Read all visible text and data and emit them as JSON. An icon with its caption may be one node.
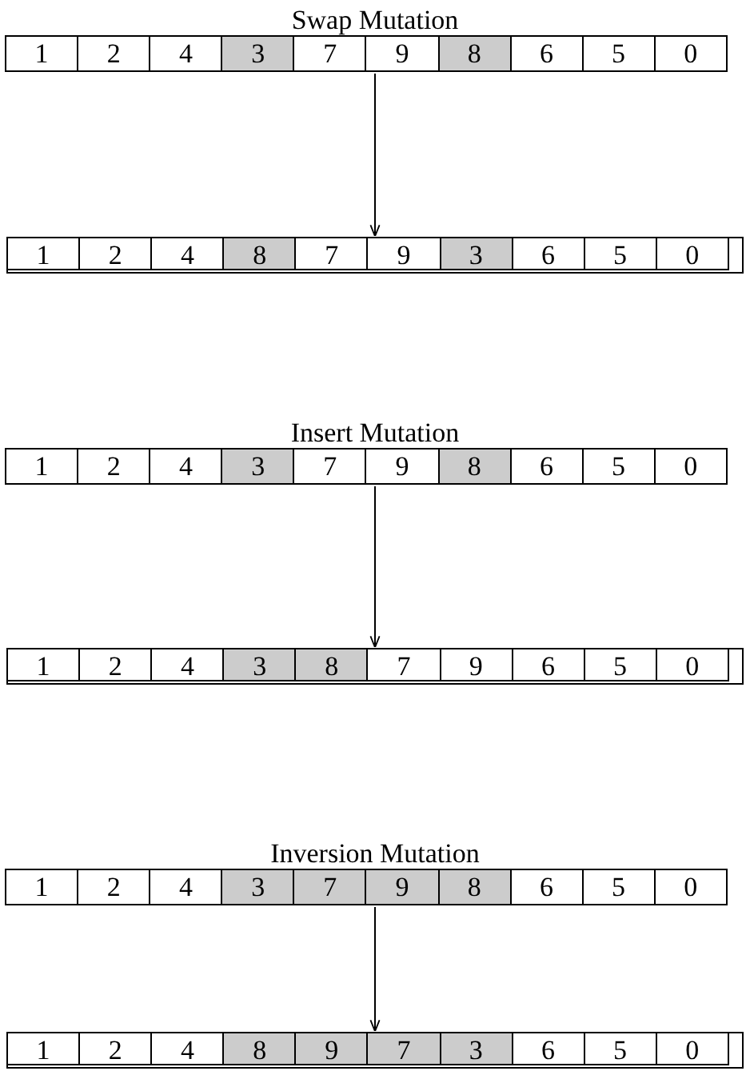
{
  "diagram": {
    "nodes": [
      {
        "text": [
          "Swap Mutation"
        ]
      },
      {
        "text": [
          "1"
        ],
        "in": 0
      },
      {
        "text": [
          "2"
        ],
        "in": 0
      },
      {
        "text": [
          "4"
        ],
        "in": 0
      },
      {
        "text": [
          "3"
        ],
        "in": 0
      },
      {
        "text": [
          "7"
        ],
        "in": 0
      },
      {
        "text": [
          "9"
        ],
        "in": 0
      },
      {
        "text": [
          "8"
        ],
        "in": 0
      },
      {
        "text": [
          "6"
        ],
        "in": 0
      },
      {
        "text": [
          "5"
        ],
        "in": 0
      },
      {
        "text": [
          "0"
        ],
        "in": 0
      },
      {
        "text": [],
        "shape": "box"
      },
      {
        "text": [
          "1"
        ],
        "in": 11
      },
      {
        "text": [
          "2"
        ],
        "in": 11
      },
      {
        "text": [
          "4"
        ],
        "in": 11
      },
      {
        "text": [
          "8"
        ],
        "in": 11
      },
      {
        "text": [
          "7"
        ],
        "in": 11
      },
      {
        "text": [
          "9"
        ],
        "in": 11
      },
      {
        "text": [
          "3"
        ],
        "in": 11
      },
      {
        "text": [
          "6"
        ],
        "in": 11
      },
      {
        "text": [
          "5"
        ],
        "in": 11
      },
      {
        "text": [
          "0"
        ],
        "in": 11
      },
      {
        "text": [
          "Insert Mutation"
        ]
      },
      {
        "text": [
          "1"
        ],
        "in": 22
      },
      {
        "text": [
          "2"
        ],
        "in": 22
      },
      {
        "text": [
          "4"
        ],
        "in": 22
      },
      {
        "text": [
          "3"
        ],
        "in": 22
      },
      {
        "text": [
          "7"
        ],
        "in": 22
      },
      {
        "text": [
          "9"
        ],
        "in": 22
      },
      {
        "text": [
          "8"
        ],
        "in": 22
      },
      {
        "text": [
          "6"
        ],
        "in": 22
      },
      {
        "text": [
          "5"
        ],
        "in": 22
      },
      {
        "text": [
          "0"
        ],
        "in": 22
      },
      {
        "text": [],
        "shape": "box"
      },
      {
        "text": [
          "1"
        ],
        "in": 33
      },
      {
        "text": [
          "2"
        ],
        "in": 33
      },
      {
        "text": [
          "4"
        ],
        "in": 33
      },
      {
        "text": [
          "3"
        ],
        "in": 33
      },
      {
        "text": [
          "8"
        ],
        "in": 33
      },
      {
        "text": [
          "7"
        ],
        "in": 33
      },
      {
        "text": [
          "9"
        ],
        "in": 33
      },
      {
        "text": [
          "6"
        ],
        "in": 33
      },
      {
        "text": [
          "5"
        ],
        "in": 33
      },
      {
        "text": [
          "0"
        ],
        "in": 33
      },
      {
        "text": [
          "Inversion Mutation"
        ]
      },
      {
        "text": [
          "1"
        ],
        "in": 44
      },
      {
        "text": [
          "2"
        ],
        "in": 44
      },
      {
        "text": [
          "4"
        ],
        "in": 44
      },
      {
        "text": [
          "3"
        ],
        "in": 44
      },
      {
        "text": [
          "7"
        ],
        "in": 44
      },
      {
        "text": [
          "9"
        ],
        "in": 44
      },
      {
        "text": [
          "8"
        ],
        "in": 44
      },
      {
        "text": [
          "6"
        ],
        "in": 44
      },
      {
        "text": [
          "5"
        ],
        "in": 44
      },
      {
        "text": [
          "0"
        ],
        "in": 44
      },
      {
        "text": [],
        "shape": "box"
      },
      {
        "text": [
          "1"
        ],
        "in": 55
      },
      {
        "text": [
          "2"
        ],
        "in": 55
      },
      {
        "text": [
          "4"
        ],
        "in": 55
      },
      {
        "text": [
          "8"
        ],
        "in": 55
      },
      {
        "text": [
          "9"
        ],
        "in": 55
      },
      {
        "text": [
          "7"
        ],
        "in": 55
      },
      {
        "text": [
          "3"
        ],
        "in": 55
      },
      {
        "text": [
          "6"
        ],
        "in": 55
      },
      {
        "text": [
          "5"
        ],
        "in": 55
      },
      {
        "text": [
          "0"
        ],
        "in": 55
      }
    ],
    "edges": [
      {
        "from": 0,
        "to": 11,
        "arrow": "to"
      },
      {
        "from": 22,
        "to": 33,
        "arrow": "to"
      },
      {
        "from": 44,
        "to": 55,
        "arrow": "to"
      }
    ]
  }
}
